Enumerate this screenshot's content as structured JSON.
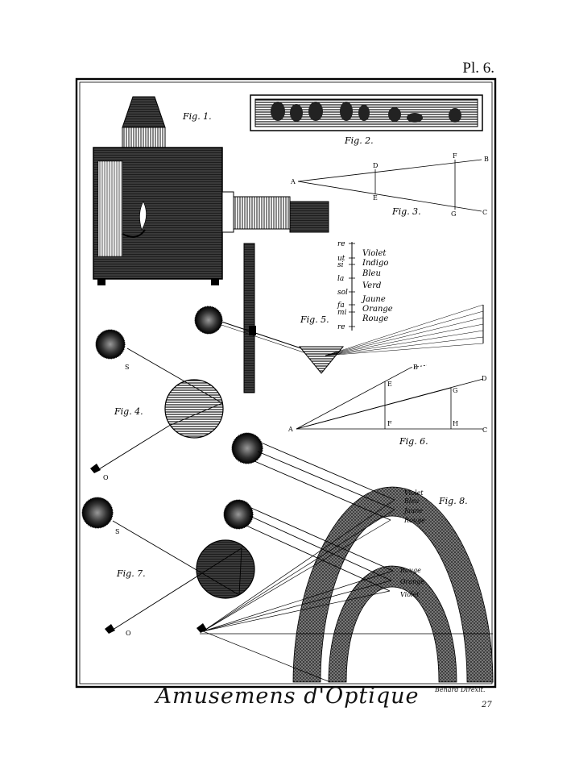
{
  "plate": {
    "number": "Pl. 6.",
    "caption": "Amusemens d'Optique",
    "engraver": "Benard Direxit.",
    "page_number": "27"
  },
  "figures": {
    "fig1": "Fig. 1.",
    "fig2": "Fig. 2.",
    "fig3": "Fig. 3.",
    "fig4": "Fig. 4.",
    "fig5": "Fig. 5.",
    "fig6": "Fig. 6.",
    "fig7": "Fig. 7.",
    "fig8": "Fig. 8."
  },
  "fig3_points": {
    "a": "A",
    "b": "B",
    "c": "C",
    "d": "D",
    "e": "E",
    "f": "F",
    "g": "G"
  },
  "fig6_points": {
    "a": "A",
    "b": "B",
    "c": "C",
    "d": "D",
    "e": "E",
    "f": "F",
    "g": "G",
    "h": "H"
  },
  "fig4_points": {
    "s": "S",
    "o": "O"
  },
  "fig7_points": {
    "s": "S",
    "o": "O"
  },
  "spectrum": {
    "notes": [
      "re",
      "ut",
      "si",
      "la",
      "sol",
      "fa",
      "mi",
      "re"
    ],
    "colors": [
      "Violet",
      "Indigo",
      "Bleu",
      "Verd",
      "Jaune",
      "Orange",
      "Rouge"
    ]
  },
  "rainbow_labels": {
    "outer": [
      "Violet",
      "Bleu",
      "Jaune",
      "Rouge"
    ],
    "inner": [
      "Rouge",
      "Orange",
      "Violet"
    ]
  }
}
